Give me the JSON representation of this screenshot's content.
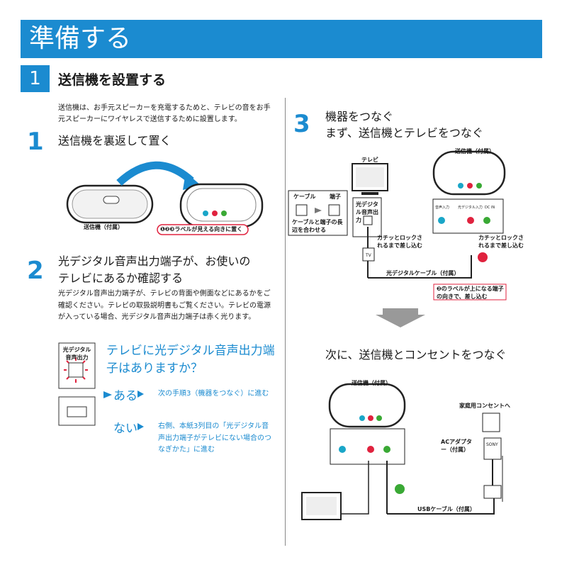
{
  "banner": {
    "title": "準備する"
  },
  "section": {
    "number": "1",
    "title": "送信機を設置する"
  },
  "intro": "送信機は、お手元スピーカーを充電するためと、テレビの音をお手元スピーカーにワイヤレスで送信するために設置します。",
  "step1": {
    "number": "1",
    "title": "送信機を裏返して置く",
    "caption_transmitter": "送信機（付属）",
    "badge": "❶❷❸ラベルが見える向きに置く"
  },
  "step2": {
    "number": "2",
    "title_line1": "光デジタル音声出力端子が、お使いの",
    "title_line2": "テレビにあるか確認する",
    "body": "光デジタル音声出力端子が、テレビの背面や側面などにあるかをご確認ください。テレビの取扱説明書もご覧ください。テレビの電源が入っている場合、光デジタル音声出力端子は赤く光ります。",
    "icon_label": "光デジタル音声出力",
    "question": "テレビに光デジタル音声出力端子はありますか？",
    "yes_label": "ある",
    "yes_text": "次の手順3（機器をつなぐ）に進む",
    "no_label": "ない",
    "no_text": "右側、本紙3列目の「光デジタル音声出力端子がテレビにない場合のつなぎかた」に進む"
  },
  "step3": {
    "number": "3",
    "title_line1": "機器をつなぐ",
    "title_line2": "まず、送信機とテレビをつなぐ",
    "tv_label": "テレビ",
    "transmitter_label": "送信機（付属）",
    "cable_label": "ケーブル",
    "terminal_label": "端子",
    "align_note": "ケーブルと端子の長辺を合わせる",
    "optical_out": "光デジタル音声出力",
    "click_lock": "カチッとロックされるまで差し込む",
    "click_lock2": "カチッとロックされるまで差し込む",
    "optical_cable": "光デジタルケーブル（付属）",
    "label_note": "❷のラベルが上になる端子の向きで、差し込む",
    "tv_tag": "TV",
    "port_labels": [
      "音声入力",
      "光デジタル入力",
      "DC IN"
    ],
    "subtitle2": "次に、送信機とコンセントをつなぐ",
    "outlet_label": "家庭用コンセントへ",
    "adapter_label": "ACアダプター（付属）",
    "usb_cable": "USBケーブル（付属）",
    "transmitter_label2": "送信機（付属）",
    "sony": "SONY"
  },
  "colors": {
    "accent": "#1b8bd0",
    "cyan": "#1aa6c8",
    "red": "#e0223e",
    "green": "#3aa935"
  }
}
